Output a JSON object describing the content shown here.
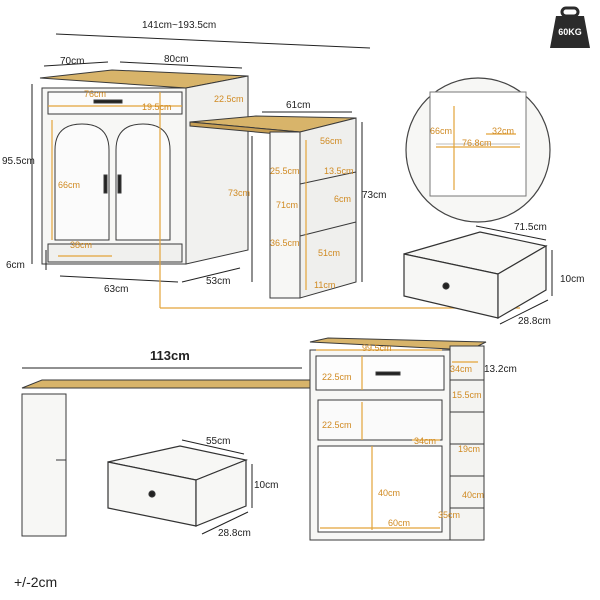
{
  "colors": {
    "wood": "#d8b46a",
    "white": "#f7f7f5",
    "outline": "#3a3a3a",
    "accent": "#e3a43a",
    "badge": "#2b2b2b"
  },
  "weight_badge": {
    "icon": "weight-icon",
    "text": "60KG"
  },
  "top_view": {
    "total_width": "141cm~193.5cm",
    "depth_side": "70cm",
    "top_width": "80cm",
    "drawer_width": "76cm",
    "drawer_height": "19.5cm",
    "extension_gap": "22.5cm",
    "extension_width": "61cm",
    "extension_depth": "56cm",
    "shelf_top": "25.5cm",
    "shelf_gap": "13.5cm",
    "shelf_height": "71cm",
    "shelf_small": "6cm",
    "leg_height": "73cm",
    "total_height_ext": "73cm",
    "lower_shelf": "36.5cm",
    "shelf_width": "51cm",
    "foot": "11cm",
    "height_total": "95.5cm",
    "door_height": "66cm",
    "door_width": "38cm",
    "base_height": "6cm",
    "bottom_width": "63cm",
    "bottom_depth": "53cm"
  },
  "detail_inset": {
    "inner_height": "66cm",
    "inner_width": "76.8cm",
    "shelf_depth": "32cm"
  },
  "drawer_top": {
    "width": "71.5cm",
    "height": "10cm",
    "depth": "28.8cm"
  },
  "bottom_view": {
    "extension_length": "113cm",
    "top_width": "99.5cm",
    "drawer_h": "22.5cm",
    "shelf_h": "22.5cm",
    "cab_height": "40cm",
    "inner_width": "60cm",
    "inner_depth": "34cm",
    "side_34": "34cm",
    "side_13": "13.2cm",
    "side_15": "15.5cm",
    "side_19": "19cm",
    "side_40": "40cm",
    "side_35": "35cm"
  },
  "drawer_bottom": {
    "width": "55cm",
    "height": "10cm",
    "depth": "28.8cm"
  },
  "tolerance": "+/-2cm"
}
